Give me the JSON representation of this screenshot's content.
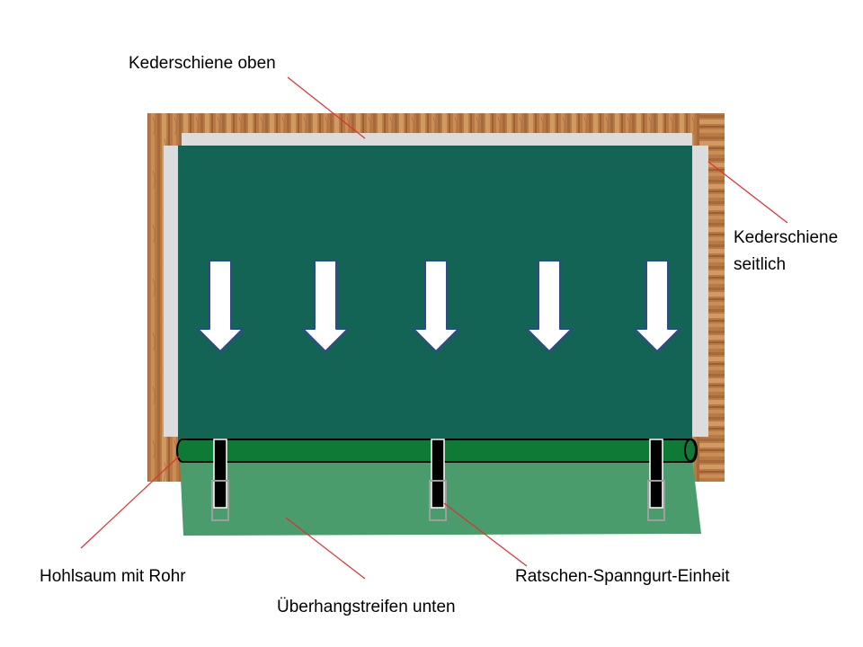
{
  "labels": {
    "top_rail": "Kederschiene oben",
    "side_rail_line1": "Kederschiene",
    "side_rail_line2": "seitlich",
    "hem_tube": "Hohlsaum mit Rohr",
    "ratchet_unit": "Ratschen-Spanngurt-Einheit",
    "overhang_strip": "Überhangstreifen unten"
  },
  "colors": {
    "wood": "#b87a45",
    "rail": "#dcdcdc",
    "tarp": "#136455",
    "tube": "#0f7a36",
    "overhang": "#4a9c6c",
    "strap": "#000000",
    "buckle": "#9e9e9e",
    "arrow_fill": "#ffffff",
    "arrow_stroke": "#2f4a8a",
    "leader_line": "#e03030"
  },
  "arrows": {
    "count": 5,
    "icon": "down-arrow-icon"
  },
  "straps": {
    "count": 3
  }
}
